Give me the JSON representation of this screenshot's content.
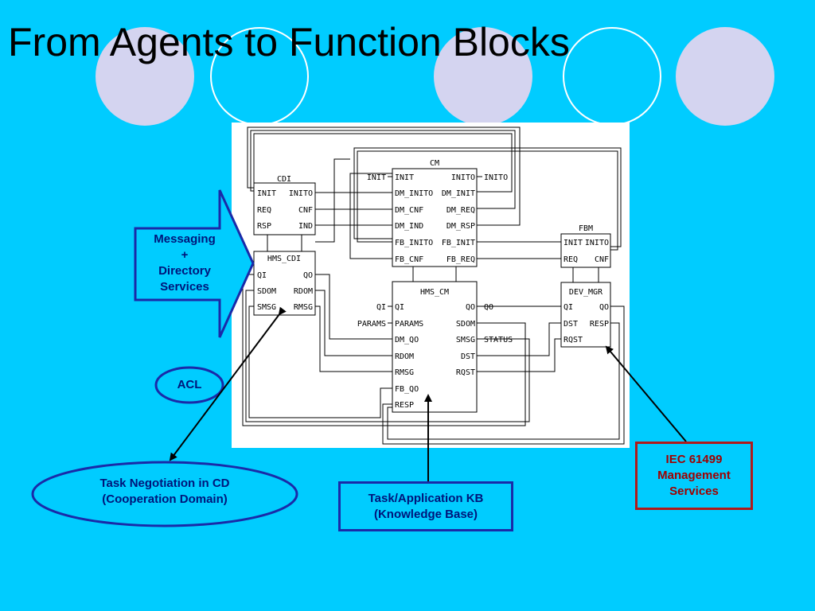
{
  "slide": {
    "title": "From Agents to Function Blocks"
  },
  "colors": {
    "background": "#00ccff",
    "circle_fill": "#d4d4f0",
    "callout_blue": "#1a2aa8",
    "callout_red": "#b01a1a"
  },
  "callouts": {
    "messaging": [
      "Messaging",
      "+",
      "Directory",
      "Services"
    ],
    "acl": "ACL",
    "task_negotiation": [
      "Task Negotiation in CD",
      "(Cooperation Domain)"
    ],
    "task_kb": [
      "Task/Application KB",
      "(Knowledge Base)"
    ],
    "iec": [
      "IEC 61499",
      "Management",
      "Services"
    ]
  },
  "blocks": {
    "cdi": {
      "name": "CDI",
      "inputs": [
        "INIT",
        "REQ",
        "RSP"
      ],
      "outputs": [
        "INITO",
        "CNF",
        "IND"
      ]
    },
    "hms_cdi": {
      "name": "HMS_CDI",
      "inputs": [
        "QI",
        "SDOM",
        "SMSG"
      ],
      "outputs": [
        "QO",
        "RDOM",
        "RMSG"
      ]
    },
    "cm": {
      "name": "CM",
      "inputs": [
        "INIT",
        "DM_INITO",
        "DM_CNF",
        "DM_IND",
        "FB_INITO",
        "FB_CNF"
      ],
      "outputs": [
        "INITO",
        "DM_INIT",
        "DM_REQ",
        "DM_RSP",
        "FB_INIT",
        "FB_REQ"
      ],
      "ext_in": "INIT",
      "ext_out": "INITO"
    },
    "hms_cm": {
      "name": "HMS_CM",
      "inputs": [
        "QI",
        "PARAMS",
        "DM_QO",
        "RDOM",
        "RMSG",
        "FB_QO",
        "RESP"
      ],
      "outputs": [
        "QO",
        "SDOM",
        "SMSG",
        "DST",
        "RQST"
      ],
      "ext_in": [
        "QI",
        "PARAMS"
      ],
      "ext_out": [
        "QO",
        "STATUS"
      ]
    },
    "fbm": {
      "name": "FBM",
      "inputs": [
        "INIT",
        "REQ"
      ],
      "outputs": [
        "INITO",
        "CNF"
      ]
    },
    "dev_mgr": {
      "name": "DEV_MGR",
      "inputs": [
        "QI",
        "DST",
        "RQST"
      ],
      "outputs": [
        "QO",
        "RESP"
      ]
    }
  }
}
